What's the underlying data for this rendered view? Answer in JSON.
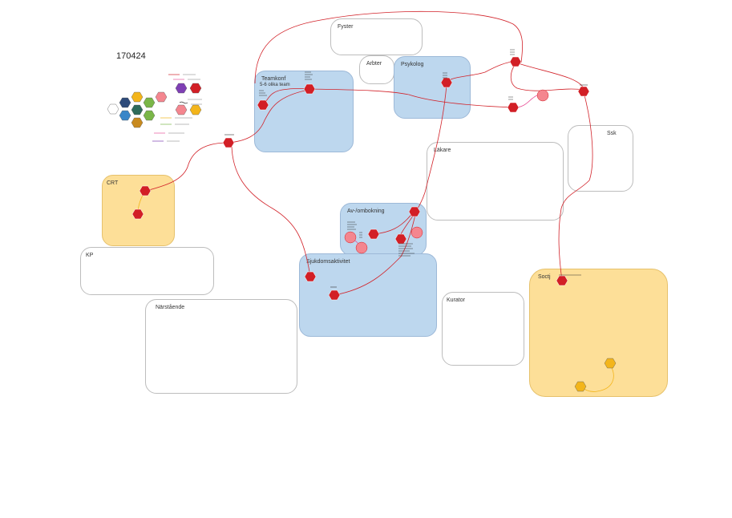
{
  "diagram": {
    "date_title": "170424",
    "zones": [
      {
        "id": "fyster",
        "label": "Fyster",
        "style": "white"
      },
      {
        "id": "arbter",
        "label": "Arbter",
        "style": "white"
      },
      {
        "id": "psykolog",
        "label": "Psykolog",
        "style": "blue"
      },
      {
        "id": "teamkonf",
        "label": "Teamkonf",
        "sublabel": "5-6 olika team",
        "style": "blue"
      },
      {
        "id": "ssk",
        "label": "Ssk",
        "style": "white"
      },
      {
        "id": "lakare",
        "label": "Läkare",
        "style": "white"
      },
      {
        "id": "crt",
        "label": "CRT",
        "style": "yellow"
      },
      {
        "id": "avombokning",
        "label": "Av-/ombokning",
        "style": "blue"
      },
      {
        "id": "kp",
        "label": "KP",
        "style": "white"
      },
      {
        "id": "sjukdomsaktivitet",
        "label": "Sjukdomsaktivitet",
        "style": "blue"
      },
      {
        "id": "kurator",
        "label": "Kurator",
        "style": "white"
      },
      {
        "id": "soctj",
        "label": "Soctj",
        "style": "yellow"
      },
      {
        "id": "narstaende",
        "label": "Närstående",
        "style": "white"
      }
    ]
  },
  "colors": {
    "node_red": "#d21f26",
    "node_pink": "#f4868f",
    "node_orange": "#f3b51b",
    "connector_red": "#d2232a",
    "connector_pink": "#e9559a",
    "connector_orange": "#f3b51b",
    "zone_blue": "#bdd7ee",
    "zone_yellow": "#fddf98"
  }
}
